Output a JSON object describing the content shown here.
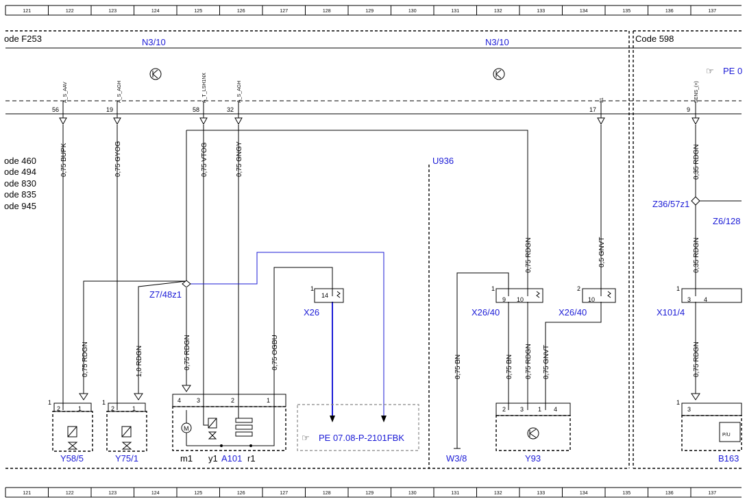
{
  "ruler": [
    "121",
    "122",
    "123",
    "124",
    "125",
    "126",
    "127",
    "128",
    "129",
    "130",
    "131",
    "132",
    "133",
    "134",
    "135",
    "136",
    "137"
  ],
  "sections": {
    "left_code": "ode F253",
    "right_code": "Code 598",
    "module_left": "N3/10",
    "module_mid": "N3/10",
    "u936": "U936"
  },
  "codes": [
    "ode 460",
    "ode 494",
    "ode 830",
    "ode 835",
    "ode 945"
  ],
  "signals": {
    "s56": {
      "pin": "56",
      "name": "A_S_AAV"
    },
    "s19": {
      "pin": "19",
      "name": "A_S_AGH"
    },
    "s58": {
      "pin": "58",
      "name": "A_T_LSH1NX"
    },
    "s32": {
      "pin": "32",
      "name": "A_S_AGH"
    },
    "s17": {
      "pin": "17",
      "name": "31"
    },
    "s9": {
      "pin": "9",
      "name": "SENS_(+)"
    }
  },
  "wires": {
    "w1": "0,75 BUPK",
    "w2": "0,75 GYOG",
    "w3": "0,75 VTOG",
    "w4": "0,75 GNGY",
    "w5": "0,75 RDGN",
    "w6": "1,0 RDGN",
    "w7": "0,75 RDGN",
    "w8": "0,75 OGBU",
    "w9": "0,75 RDGN",
    "w10": "0,5 GNVT",
    "w11": "0,75 BN",
    "w12": "0,75 BN",
    "w13": "0,75 RDGN",
    "w14": "0,75 GNVT",
    "w15": "0,35 RDGN",
    "w16": "0,35 RDGN",
    "w17": "0,75 RDGN"
  },
  "labels": {
    "z748": "Z7/48z1",
    "x26": "X26",
    "x2640a": "X26/40",
    "x2640b": "X26/40",
    "z3657": "Z36/57z1",
    "z6128": "Z6/128",
    "x1014": "X101/4",
    "y585": "Y58/5",
    "y751": "Y75/1",
    "m1": "m1",
    "y1": "y1",
    "a101": "A101",
    "r1": "r1",
    "w38": "W3/8",
    "y93": "Y93",
    "b163": "B163"
  },
  "refs": {
    "pe_main": "PE 07.08-P-2101FBK",
    "pe_right": "PE 0"
  },
  "pins": {
    "one": "1",
    "two": "2",
    "three": "3",
    "four": "4",
    "nine": "9",
    "ten": "10",
    "fourteen": "14"
  }
}
